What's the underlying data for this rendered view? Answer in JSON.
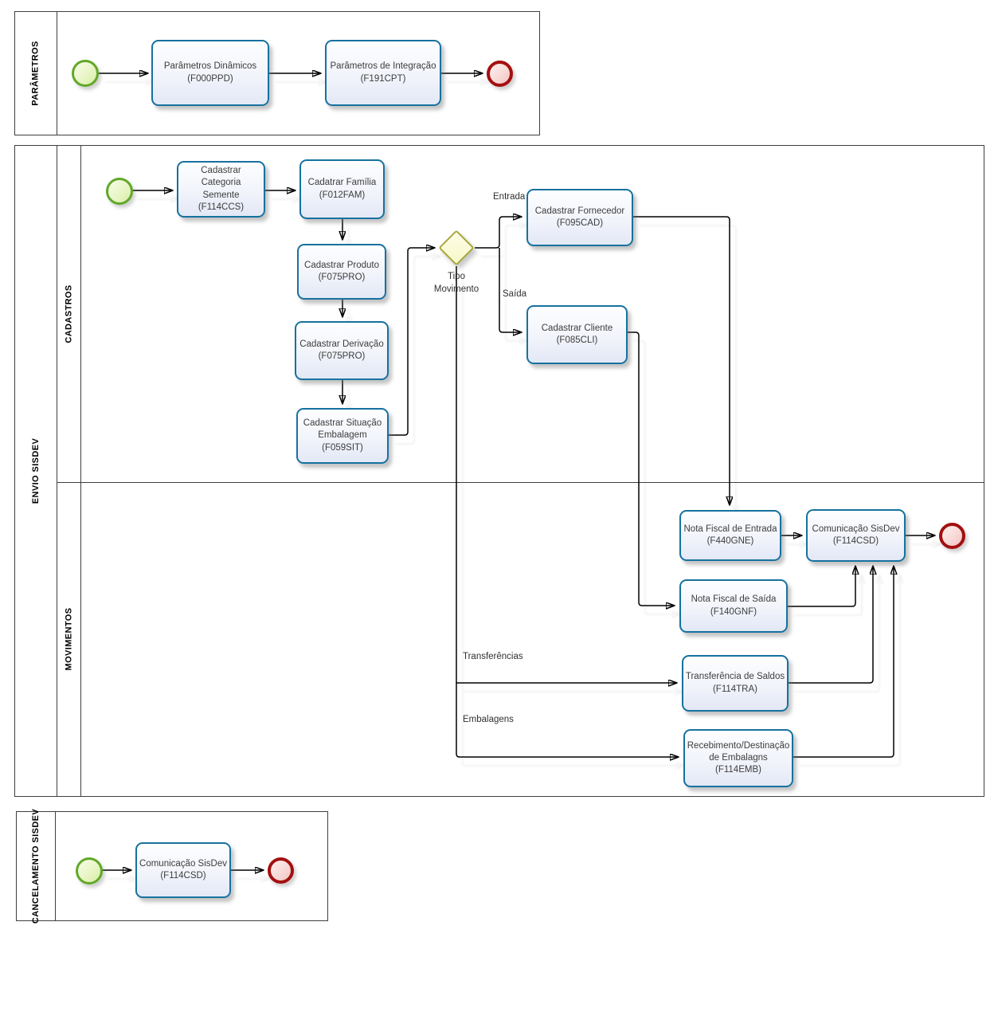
{
  "pools": {
    "parametros": {
      "label": "PARÂMETROS"
    },
    "envio": {
      "label": "ENVIO SISDEV",
      "lanes": [
        {
          "label": "CADASTROS"
        },
        {
          "label": "MOVIMENTOS"
        }
      ]
    },
    "cancelamento": {
      "label": "CANCELAMENTO SISDEV"
    }
  },
  "nodes": {
    "param_dinamicos": {
      "type": "task",
      "label": "Parâmetros Dinâmicos\n(F000PPD)"
    },
    "param_integracao": {
      "type": "task",
      "label": "Parâmetros de Integração\n(F191CPT)"
    },
    "cat_semente": {
      "type": "task",
      "label": "Cadastrar Categoria\nSemente (F114CCS)"
    },
    "familia": {
      "type": "task",
      "label": "Cadatrar Família\n(F012FAM)"
    },
    "produto": {
      "type": "task",
      "label": "Cadastrar Produto\n(F075PRO)"
    },
    "derivacao": {
      "type": "task",
      "label": "Cadastrar Derivação\n(F075PRO)"
    },
    "situacao_embalagem": {
      "type": "task",
      "label": "Cadastrar Situação\nEmbalagem\n(F059SIT)"
    },
    "fornecedor": {
      "type": "task",
      "label": "Cadastrar Fornecedor\n(F095CAD)"
    },
    "cliente": {
      "type": "task",
      "label": "Cadastrar Cliente\n(F085CLI)"
    },
    "nf_entrada": {
      "type": "task",
      "label": "Nota Fiscal de Entrada\n(F440GNE)"
    },
    "comunicacao": {
      "type": "task",
      "label": "Comunicação SisDev\n(F114CSD)"
    },
    "nf_saida": {
      "type": "task",
      "label": "Nota Fiscal de Saída\n(F140GNF)"
    },
    "transferencia": {
      "type": "task",
      "label": "Transferência de Saldos\n(F114TRA)"
    },
    "recebimento": {
      "type": "task",
      "label": "Recebimento/Destinação\nde Embalagns (F114EMB)"
    },
    "comunicacao_cancel": {
      "type": "task",
      "label": "Comunicação SisDev\n(F114CSD)"
    }
  },
  "gateway": {
    "label": "Tipo\nMovimento"
  },
  "flow_labels": {
    "entrada": "Entrada",
    "saida": "Saída",
    "transferencias": "Transferências",
    "embalagens": "Embalagens"
  },
  "colors": {
    "task_border": "#17719f",
    "task_fill_top": "#fdfeff",
    "task_fill_bottom": "#e3e8f6",
    "start_event_border": "#61a828",
    "start_event_fill": "#e9f5c6",
    "end_event_border": "#a40f0f",
    "end_event_fill": "#f7d7d5",
    "gateway_border": "#a8a83b",
    "gateway_fill": "#f7f7c8",
    "connector": "#000000",
    "pool_border": "#3f3f3f"
  }
}
